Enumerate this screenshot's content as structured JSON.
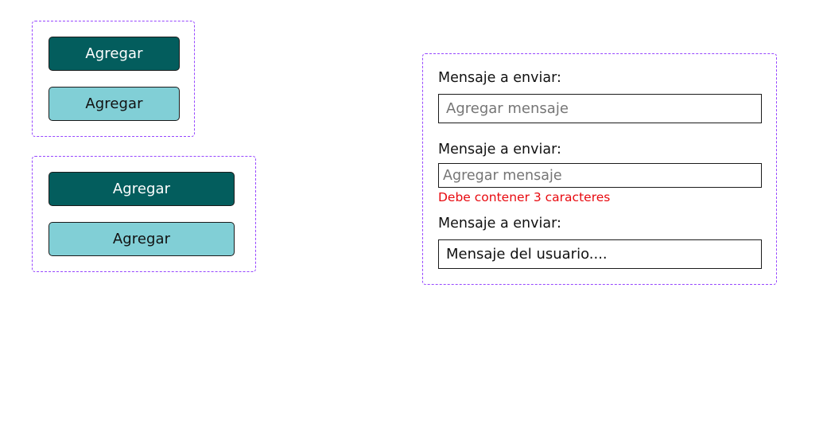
{
  "button_groups": [
    {
      "primary_label": "Agregar",
      "secondary_label": "Agregar"
    },
    {
      "primary_label": "Agregar",
      "secondary_label": "Agregar"
    }
  ],
  "form": {
    "fields": [
      {
        "label": "Mensaje a enviar:",
        "placeholder": "Agregar mensaje",
        "value": ""
      },
      {
        "label": "Mensaje a enviar:",
        "placeholder": "Agregar mensaje",
        "value": "",
        "error": "Debe contener 3 caracteres"
      },
      {
        "label": "Mensaje a enviar:",
        "placeholder": "",
        "value": "Mensaje del usuario...."
      }
    ]
  },
  "colors": {
    "frame_border": "#9747ff",
    "primary_button": "#035d5d",
    "secondary_button": "#81cfd6",
    "placeholder_text": "#a39d94",
    "error_text": "#e8090f"
  }
}
